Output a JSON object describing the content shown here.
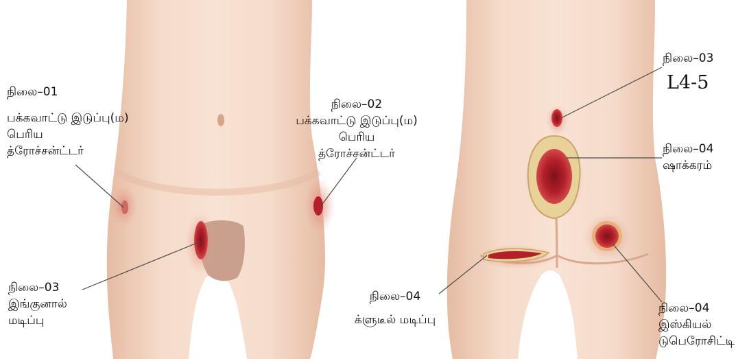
{
  "front_labels": {
    "stage01": [
      "நிலை–01",
      "பக்கவாட்டு இடுப்பு(ம)",
      "பெரிய",
      "த்ரோச்சன்ட்டர்"
    ],
    "stage02": [
      "நிலை–02",
      "பக்கவாட்டு இடுப்பு(ம)",
      "பெரிய",
      "த்ரோச்சன்ட்டர்"
    ],
    "stage03": [
      "நிலை–03",
      "இங்குனால்",
      "மடிப்பு"
    ]
  },
  "back_labels": {
    "stage03": [
      "நிலை–03",
      "L4-5"
    ],
    "stage04_sacrum": [
      "நிலை–04",
      "ஷாக்கரம்"
    ],
    "stage04_gluteal": [
      "நிலை–04",
      "க்ளுடீல் மடிப்பு"
    ],
    "stage04_ischial": [
      "நிலை–04",
      "இஸ்கியல்",
      "டுபெரோசிட்டி"
    ]
  },
  "colors": {
    "skin": "#f2d2bd",
    "skin_shadow": "#e2b49a",
    "wound_red": "#b3202b",
    "wound_dark": "#7e1119",
    "slough": "#e9d29a",
    "leader_line": "#4a4a4a"
  }
}
